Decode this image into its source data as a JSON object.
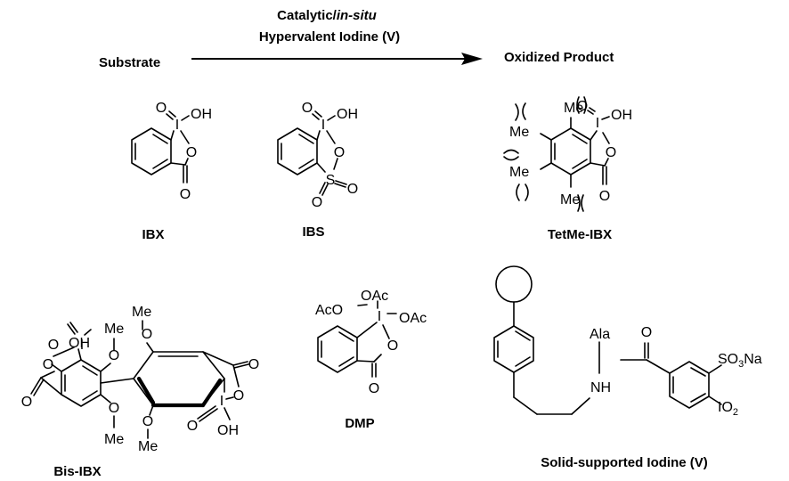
{
  "reaction": {
    "substrate": "Substrate",
    "catalyst_line1_prefix": "Catalytic/",
    "catalyst_line1_italic": "in-situ",
    "catalyst_line2": "Hypervalent Iodine (V)",
    "product": "Oxidized Product"
  },
  "compounds": {
    "ibx": "IBX",
    "ibs": "IBS",
    "tetme_ibx": "TetMe-IBX",
    "bis_ibx": "Bis-IBX",
    "dmp": "DMP",
    "solid": "Solid-supported Iodine (V)"
  },
  "atoms": {
    "O": "O",
    "OH": "OH",
    "I": "I",
    "S": "S",
    "Me": "Me",
    "OAc": "OAc",
    "AcO": "AcO",
    "Ala": "Ala",
    "NH": "NH",
    "SO": "SO",
    "three": "3",
    "Na": "Na",
    "IO": "IO",
    "two": "2"
  },
  "colors": {
    "ink": "#000000",
    "background": "#ffffff"
  }
}
